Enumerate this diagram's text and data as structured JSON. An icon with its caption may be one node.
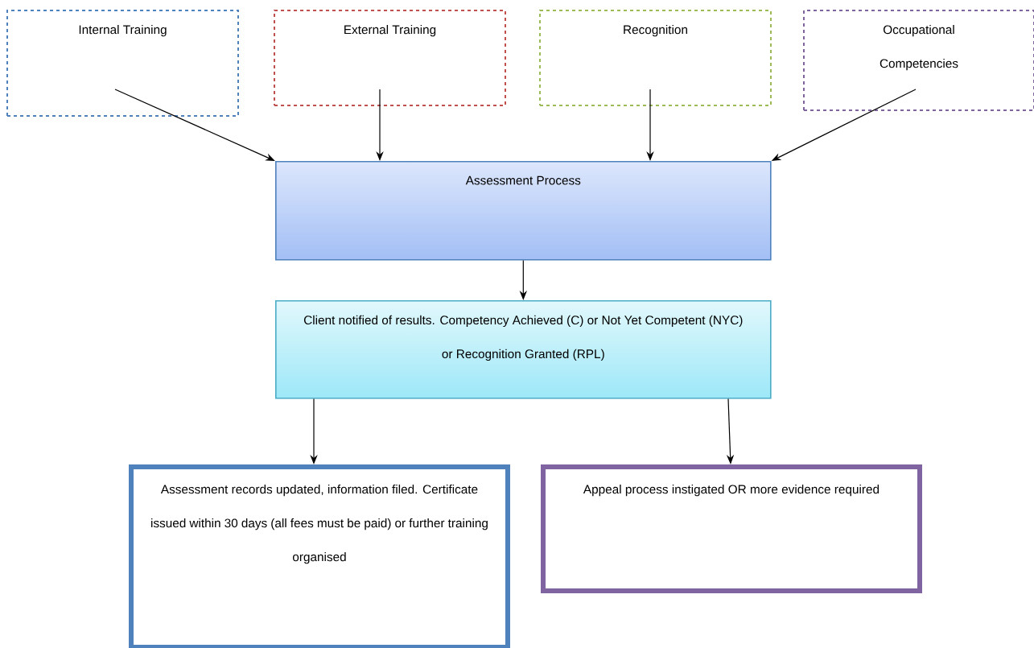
{
  "diagram": {
    "nodes": [
      {
        "text": [
          "Internal Training"
        ]
      },
      {
        "text": [
          "External Training"
        ]
      },
      {
        "text": [
          "Recognition"
        ]
      },
      {
        "text": [
          "Occupational Competencies"
        ]
      },
      {
        "text": [
          "Assessment Process"
        ]
      },
      {
        "text": [
          "Client notified of results. Competency Achieved (C) or Not Yet Competent (NYC) or Recognition Granted (RPL)"
        ]
      },
      {
        "text": [
          "Assessment records updated, information filed. Certificate issued within 30 days (all fees must be paid) or further training organised"
        ]
      },
      {
        "text": [
          "Appeal process instigated OR more evidence required"
        ]
      }
    ],
    "edges": [
      {
        "from": 0,
        "to": 4,
        "arrow": "to"
      },
      {
        "from": 1,
        "to": 4,
        "arrow": "to"
      },
      {
        "from": 2,
        "to": 4,
        "arrow": "to"
      },
      {
        "from": 3,
        "to": 4,
        "arrow": "to"
      },
      {
        "from": 4,
        "to": 5,
        "arrow": "to"
      },
      {
        "from": 5,
        "to": 6,
        "arrow": "to"
      },
      {
        "from": 5,
        "to": 7,
        "arrow": "to"
      }
    ]
  }
}
